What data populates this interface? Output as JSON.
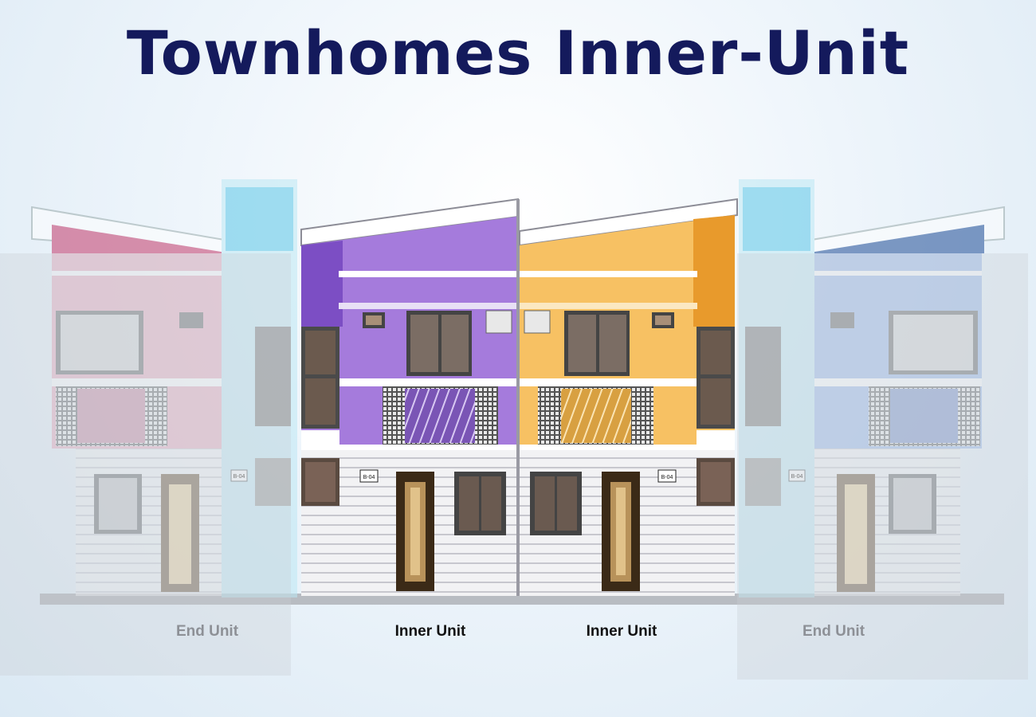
{
  "title": "Townhomes Inner-Unit",
  "labels": {
    "end_left": "End Unit",
    "inner_left": "Inner Unit",
    "inner_right": "Inner Unit",
    "end_right": "End Unit"
  },
  "unit_plate": "B-04",
  "colors": {
    "title": "#141a5c",
    "end_left": "#e8a2b8",
    "inner_left": "#a57bdc",
    "inner_right": "#f7c163",
    "end_right": "#8fb0e8",
    "accent_glass": "#9fdcef",
    "door": "#3b2a17"
  }
}
